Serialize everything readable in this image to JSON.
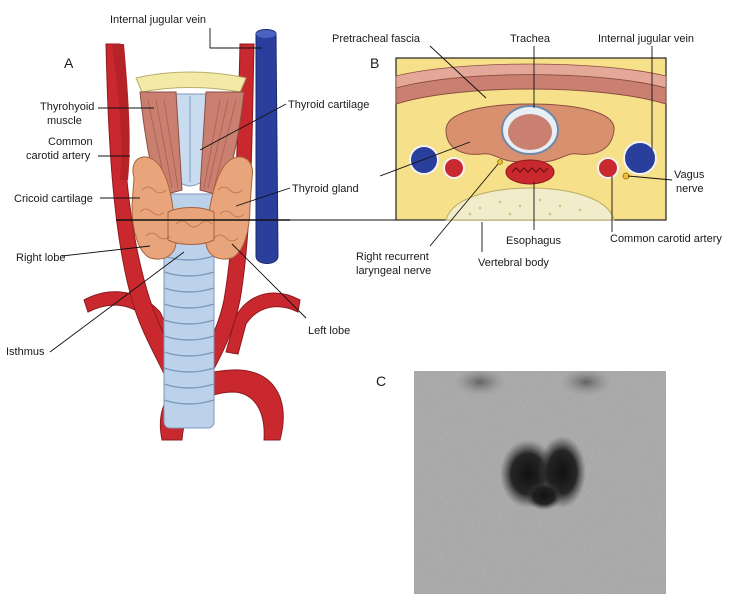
{
  "panels": {
    "a": "A",
    "b": "B",
    "c": "C"
  },
  "panel_a": {
    "internal_jugular_vein": "Internal jugular vein",
    "thyrohyoid_1": "Thyrohyoid",
    "thyrohyoid_2": "muscle",
    "thyroid_cartilage": "Thyroid cartilage",
    "common_carotid_1": "Common",
    "common_carotid_2": "carotid artery",
    "cricoid_cartilage": "Cricoid cartilage",
    "thyroid_gland": "Thyroid gland",
    "right_lobe": "Right lobe",
    "left_lobe": "Left lobe",
    "isthmus": "Isthmus"
  },
  "panel_b": {
    "pretracheal_fascia": "Pretracheal fascia",
    "trachea": "Trachea",
    "internal_jugular_vein": "Internal jugular vein",
    "vagus_1": "Vagus",
    "vagus_2": "nerve",
    "common_carotid_artery": "Common carotid artery",
    "esophagus": "Esophagus",
    "vertebral_body": "Vertebral body",
    "recurrent_1": "Right recurrent",
    "recurrent_2": "laryngeal nerve"
  },
  "colors": {
    "artery": "#c8282e",
    "vein": "#2a3f9c",
    "thyroid": "#e8a47a",
    "muscle": "#c98070",
    "cartilage": "#bcd2ea",
    "fat": "#f6e08a",
    "scan_bg": "#a8a8a8"
  }
}
